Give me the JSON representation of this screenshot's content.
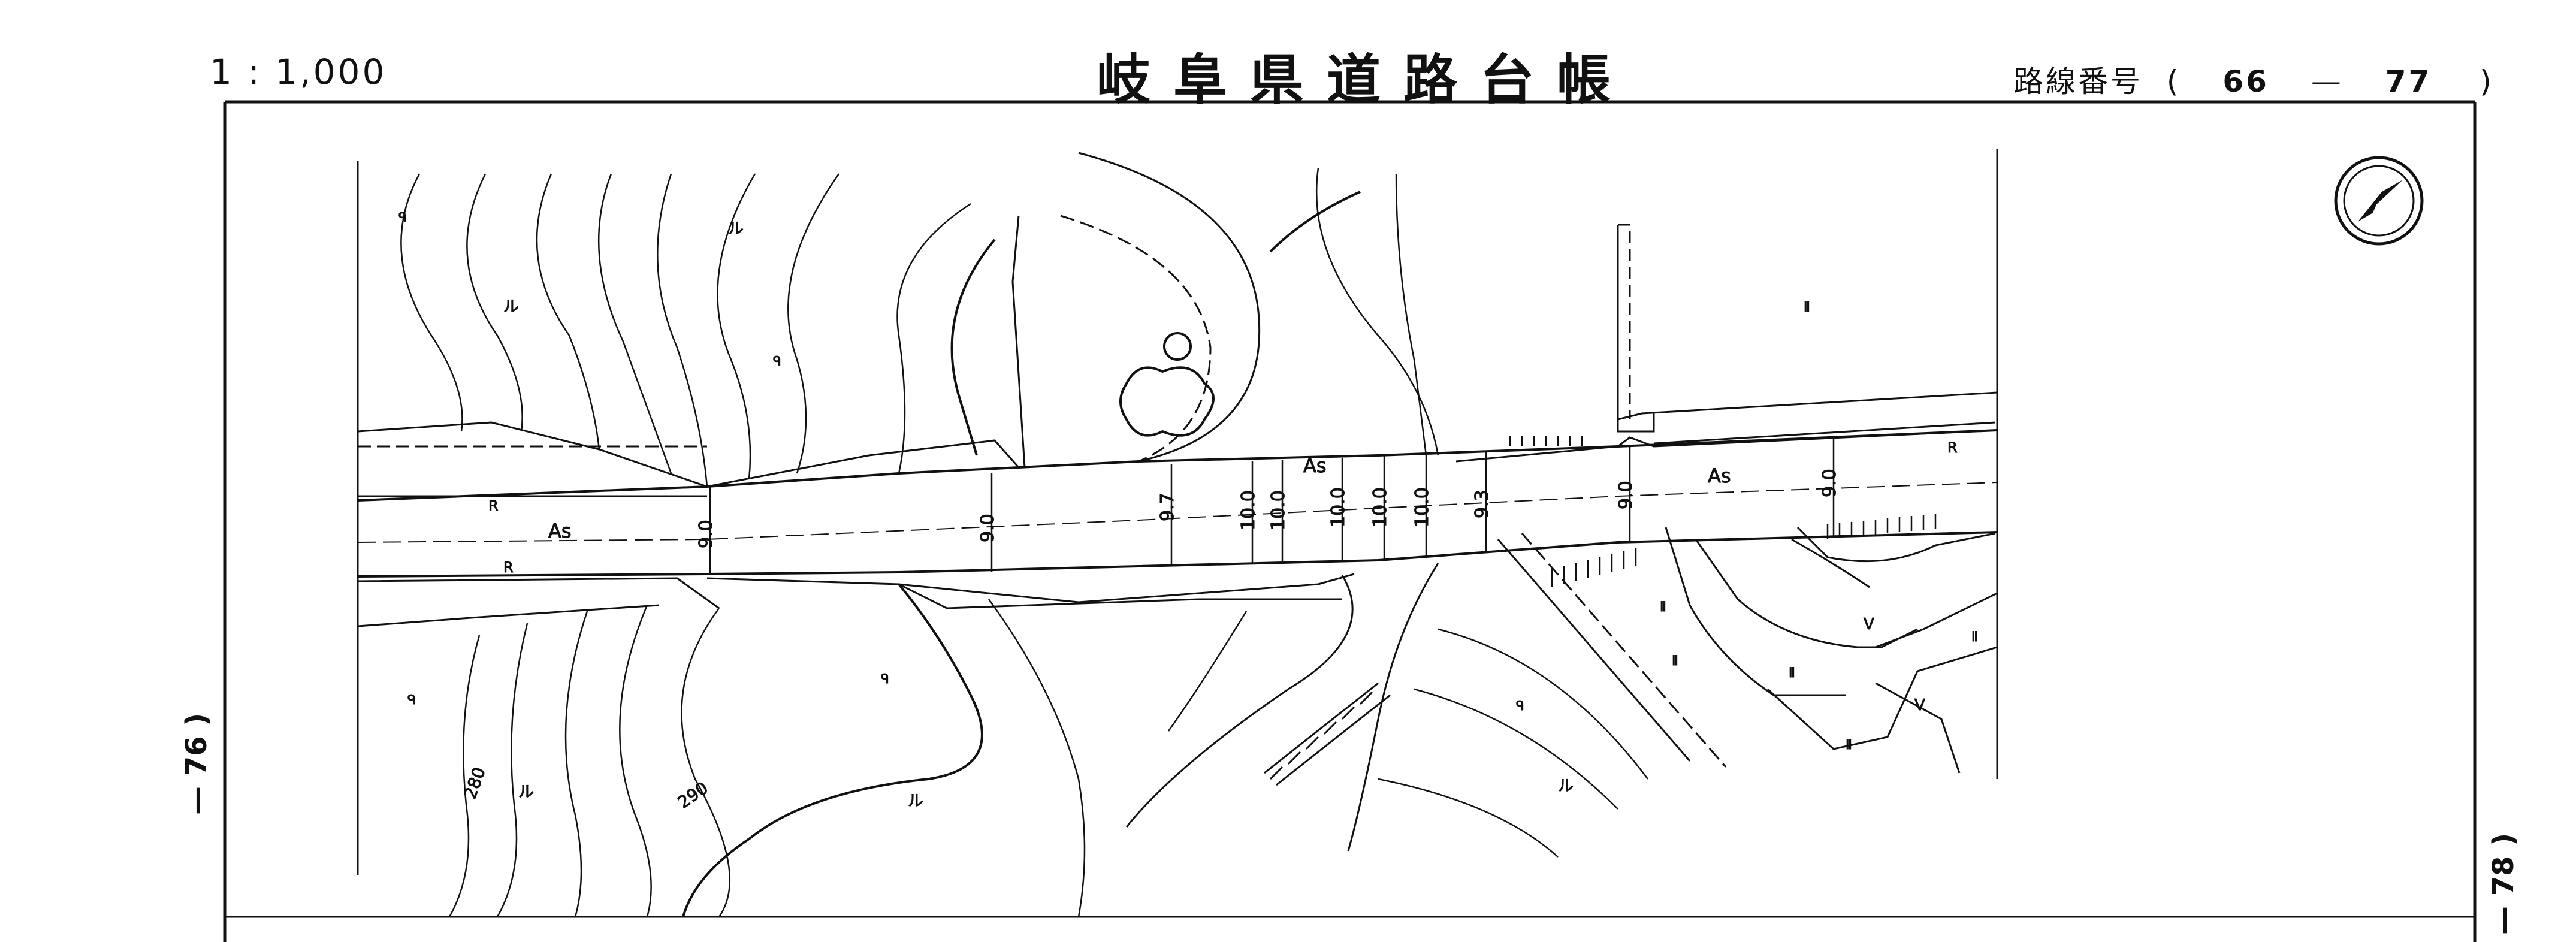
{
  "header": {
    "scale": "1 : 1,000",
    "title": "岐阜県道路台帳",
    "route_label": "路線番号",
    "route_open": "(",
    "route_from": "66",
    "route_dash": "—",
    "route_to": "77",
    "route_close": ")"
  },
  "sheet_refs": {
    "left": "— 76 )",
    "right": "— 78 )"
  },
  "map": {
    "surface": "As",
    "contours": [
      "280",
      "290"
    ],
    "widths": [
      "9.0",
      "9.0",
      "9.7",
      "10.0",
      "10.0",
      "10.0",
      "10.0",
      "10.0",
      "9.3",
      "9.0",
      "9.0"
    ],
    "symbols": {
      "rice": "Ⅱ",
      "forest": "ᑫ",
      "grass": "ル",
      "orchard": "V",
      "retaining": "R"
    },
    "north_icon": "compass-north-arrow-icon"
  }
}
